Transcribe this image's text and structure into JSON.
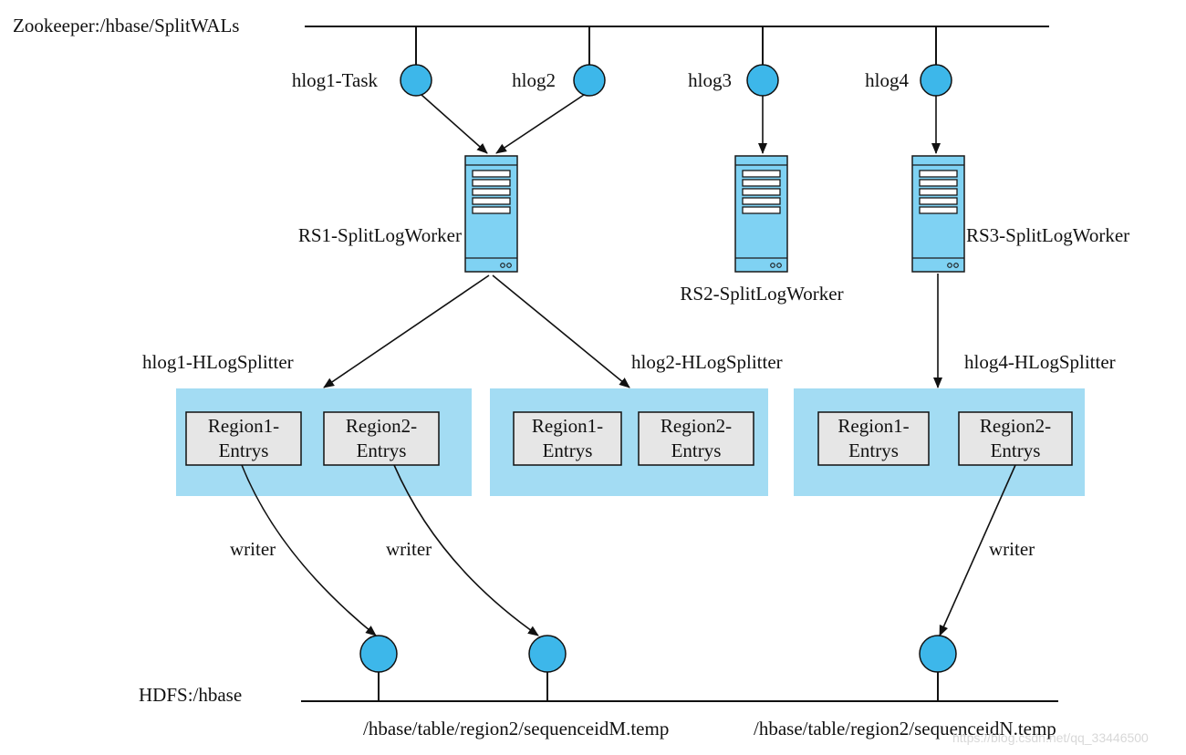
{
  "zookeeper_bus": {
    "label": "Zookeeper:/hbase/SplitWALs"
  },
  "tasks": [
    {
      "label": "hlog1-Task"
    },
    {
      "label": "hlog2"
    },
    {
      "label": "hlog3"
    },
    {
      "label": "hlog4"
    }
  ],
  "workers": [
    {
      "label": "RS1-SplitLogWorker"
    },
    {
      "label": "RS2-SplitLogWorker"
    },
    {
      "label": "RS3-SplitLogWorker"
    }
  ],
  "splitters": [
    {
      "label": "hlog1-HLogSplitter",
      "entries": [
        {
          "line1": "Region1-",
          "line2": "Entrys"
        },
        {
          "line1": "Region2-",
          "line2": "Entrys"
        }
      ]
    },
    {
      "label": "hlog2-HLogSplitter",
      "entries": [
        {
          "line1": "Region1-",
          "line2": "Entrys"
        },
        {
          "line1": "Region2-",
          "line2": "Entrys"
        }
      ]
    },
    {
      "label": "hlog4-HLogSplitter",
      "entries": [
        {
          "line1": "Region1-",
          "line2": "Entrys"
        },
        {
          "line1": "Region2-",
          "line2": "Entrys"
        }
      ]
    }
  ],
  "writers": [
    {
      "label": "writer"
    },
    {
      "label": "writer"
    },
    {
      "label": "writer"
    }
  ],
  "hdfs_bus": {
    "label": "HDFS:/hbase",
    "files": [
      {
        "label": "/hbase/table/region2/sequenceidM.temp"
      },
      {
        "label": "/hbase/table/region2/sequenceidN.temp"
      }
    ]
  },
  "watermark": "https://blog.csdn.net/qq_33446500",
  "colors": {
    "node_fill": "#3db7ea",
    "server_fill": "#7fd2f3",
    "panel_fill": "#a3dcf3",
    "entry_fill": "#e6e6e6",
    "line": "#111111"
  }
}
